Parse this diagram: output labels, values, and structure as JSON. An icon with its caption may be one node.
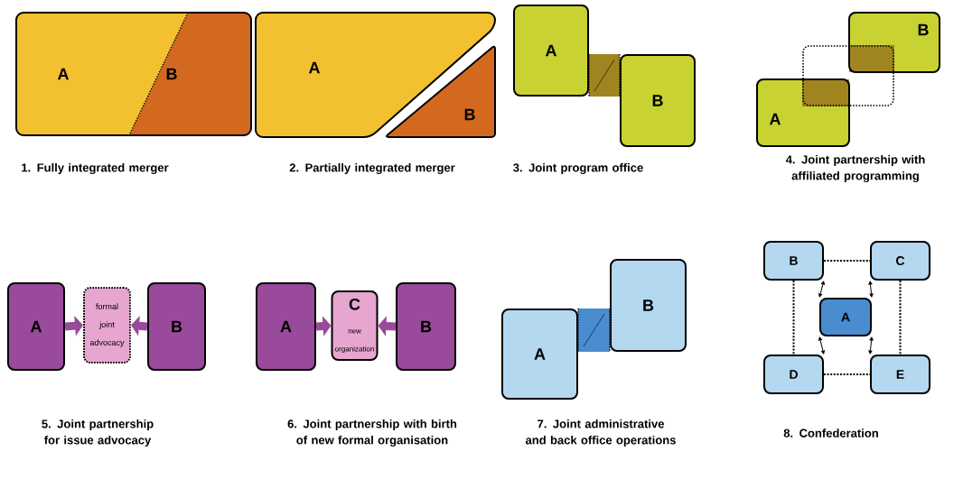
{
  "diagram": {
    "nodes": [
      {
        "text": [
          "A"
        ]
      },
      {
        "text": [
          "B"
        ]
      },
      {
        "text": [
          "A"
        ]
      },
      {
        "text": [
          "B"
        ]
      },
      {
        "text": [
          "A"
        ]
      },
      {
        "text": [
          "B"
        ]
      },
      {
        "text": [
          "A"
        ]
      },
      {
        "text": [
          "B"
        ]
      },
      {
        "text": [
          "A"
        ]
      },
      {
        "text": [
          "formal joint advocacy"
        ]
      },
      {
        "text": [
          "B"
        ]
      },
      {
        "text": [
          "A"
        ]
      },
      {
        "text": [
          "C",
          "new organization"
        ]
      },
      {
        "text": [
          "B"
        ]
      },
      {
        "text": [
          "A"
        ]
      },
      {
        "text": [
          "B"
        ]
      },
      {
        "text": [
          "B"
        ]
      },
      {
        "text": [
          "C"
        ]
      },
      {
        "text": [
          "A"
        ]
      },
      {
        "text": [
          "D"
        ]
      },
      {
        "text": [
          "E"
        ]
      },
      {
        "text": [],
        "shape": "box"
      },
      {
        "text": [],
        "shape": "box"
      },
      {
        "text": [],
        "shape": "box"
      }
    ],
    "edges": [
      {
        "from": 8,
        "to": 9,
        "arrow": "to",
        "style": "thick",
        "color": "#994a9a"
      },
      {
        "from": 10,
        "to": 9,
        "arrow": "to",
        "style": "thick",
        "color": "#994a9a"
      },
      {
        "from": 11,
        "to": 12,
        "arrow": "to",
        "style": "thick",
        "color": "#994a9a"
      },
      {
        "from": 13,
        "to": 12,
        "arrow": "to",
        "style": "thick",
        "color": "#994a9a"
      },
      {
        "from": 16,
        "to": 17,
        "arrow": "none",
        "style": "dashed"
      },
      {
        "from": 16,
        "to": 19,
        "arrow": "none",
        "style": "dashed"
      },
      {
        "from": 17,
        "to": 20,
        "arrow": "none",
        "style": "dashed"
      },
      {
        "from": 19,
        "to": 20,
        "arrow": "none",
        "style": "dashed"
      },
      {
        "from": 18,
        "to": 16,
        "arrow": "both"
      },
      {
        "from": 18,
        "to": 17,
        "arrow": "both"
      },
      {
        "from": 18,
        "to": 19,
        "arrow": "both"
      },
      {
        "from": 18,
        "to": 20,
        "arrow": "both"
      }
    ],
    "labels": [
      "1. Fully integrated merger",
      "2. Partially integrated merger",
      "3. Joint program office",
      "4. Joint partnership with affiliated programming",
      "5. Joint partnership for issue advocacy",
      "6. Joint partnership with birth of new formal organisation",
      "7. Joint administrative and back office operations",
      "8. Confederation"
    ]
  }
}
